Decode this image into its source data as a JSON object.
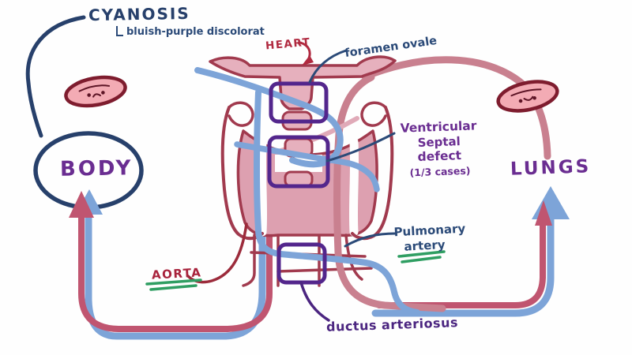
{
  "diagram": {
    "cyanosis_title": "CYANOSIS",
    "cyanosis_subtitle": "bluish-purple discolorat",
    "heart_label": "HEART",
    "foramen_ovale_label": "foramen ovale",
    "vsd_line1": "Ventricular",
    "vsd_line2": "Septal",
    "vsd_line3": "defect",
    "vsd_cases": "(1/3 cases)",
    "body_label": "BODY",
    "lungs_label": "LUNGS",
    "pulmonary_line1": "Pulmonary",
    "pulmonary_line2": "artery",
    "aorta_label": "AORTA",
    "ductus_label": "ductus arteriosus"
  },
  "colors": {
    "label_navy": "#2b4a78",
    "label_purple": "#6a2d91",
    "label_red": "#b02a40",
    "vessel_blue": "#7da4d8",
    "vessel_rose": "#c9808f",
    "vessel_pair_red": "#c05570",
    "heart_outline": "#a13a4e",
    "heart_fill": "#e6b0bd",
    "highlight_purple": "#53268c",
    "underline_green": "#2f9e62",
    "cell_fill": "#f3abb4",
    "cell_outline": "#7e1c2e"
  }
}
